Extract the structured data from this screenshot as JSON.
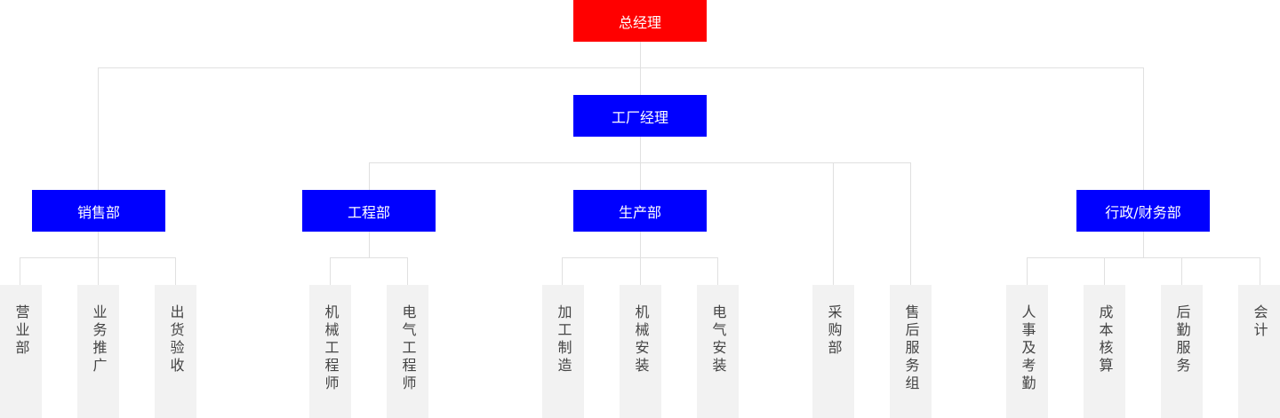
{
  "top": {
    "label": "总经理",
    "color": "#ff0000"
  },
  "factory_manager": {
    "label": "工厂经理",
    "color": "#0000ff"
  },
  "departments": [
    {
      "label": "销售部",
      "items": [
        "营业部",
        "业务推广",
        "出货验收"
      ]
    },
    {
      "label": "工程部",
      "items": [
        "机械工程师",
        "电气工程师"
      ]
    },
    {
      "label": "生产部",
      "items": [
        "加工制造",
        "机械安装",
        "电气安装"
      ]
    },
    {
      "label": "行政/财务部",
      "items": [
        "人事及考勤",
        "成本核算",
        "后勤服务",
        "会计"
      ]
    }
  ],
  "direct_units": [
    "采购部",
    "售后服务组"
  ],
  "colors": {
    "top": "#ff0000",
    "department": "#0000ff",
    "leaf_bg": "#f2f2f2",
    "line": "#e0e0e0"
  }
}
